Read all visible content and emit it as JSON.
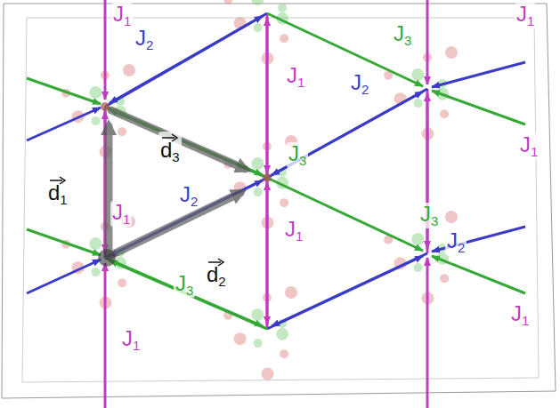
{
  "diagram": {
    "labels": [
      "J1",
      "J1",
      "J2",
      "J3",
      "J1",
      "J2",
      "d3",
      "J3",
      "J1",
      "d1",
      "J2",
      "J1",
      "J3",
      "J1",
      "J2",
      "d2",
      "J3",
      "J1",
      "J1"
    ]
  }
}
